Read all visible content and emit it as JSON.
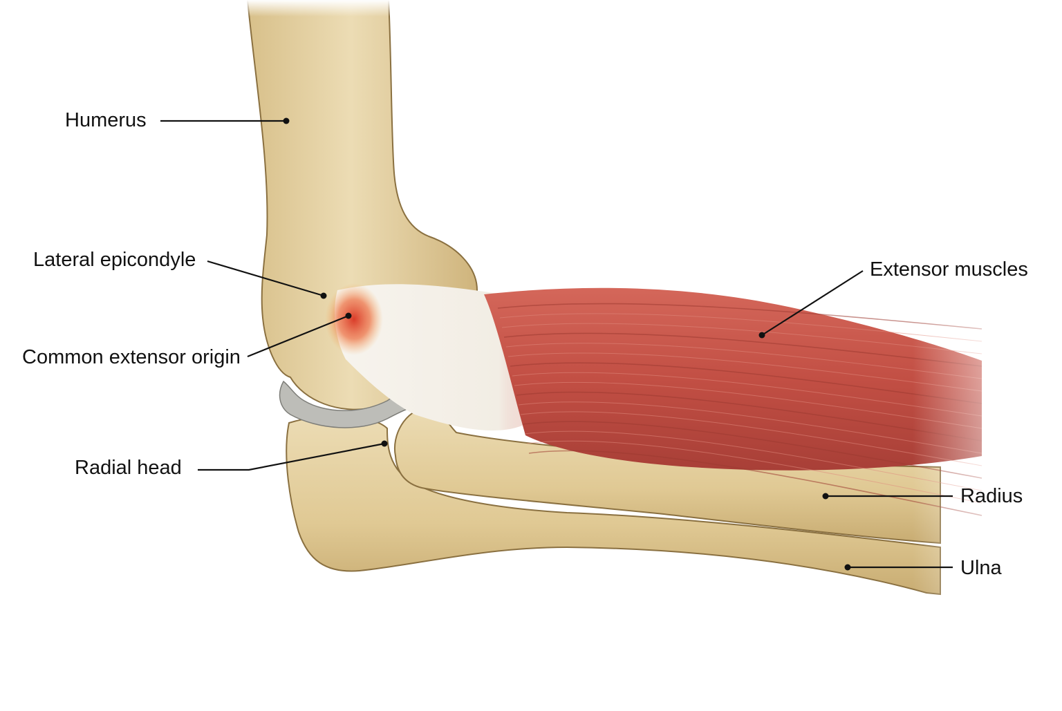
{
  "labels": {
    "humerus": "Humerus",
    "lateral_epicondyle": "Lateral epicondyle",
    "common_extensor_origin": "Common extensor origin",
    "radial_head": "Radial head",
    "extensor_muscles": "Extensor muscles",
    "radius": "Radius",
    "ulna": "Ulna"
  },
  "colors": {
    "bone": "#e3cfa0",
    "bone_shadow": "#c9ad74",
    "bone_outline": "#8a7040",
    "muscle": "#c9564a",
    "muscle_dark": "#9c3a32",
    "tendon": "#f4f1ea",
    "cartilage": "#b8b8b4",
    "inflammation": "#e0452a",
    "leader_line": "#111111"
  }
}
